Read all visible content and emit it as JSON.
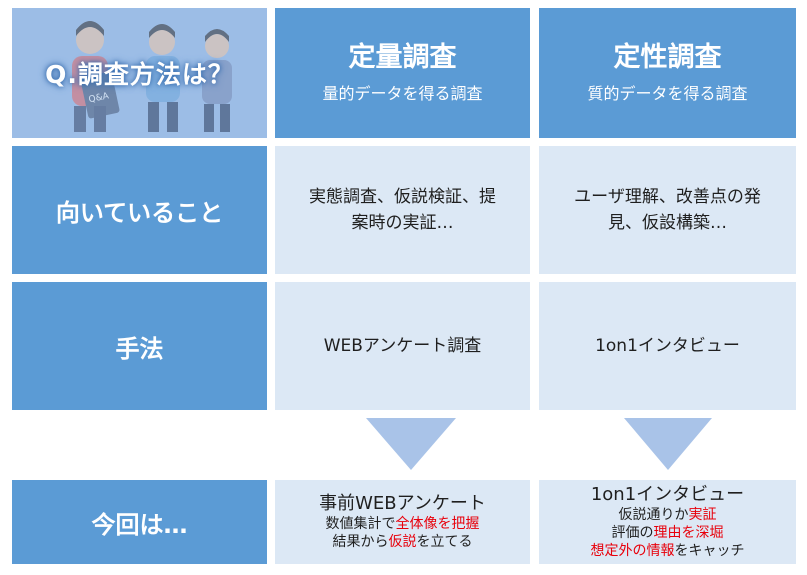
{
  "corner": {
    "question": "Q.調査方法は？",
    "badge": "Q&A"
  },
  "headers": [
    {
      "title": "定量調査",
      "subtitle": "量的データを得る調査"
    },
    {
      "title": "定性調査",
      "subtitle": "質的データを得る調査"
    }
  ],
  "rows": [
    {
      "label": "向いていること",
      "cells": [
        [
          "実態調査、仮説検証、提",
          "案時の実証…"
        ],
        [
          "ユーザ理解、改善点の発",
          "見、仮設構築…"
        ]
      ]
    },
    {
      "label": "手法",
      "cells": [
        [
          "WEBアンケート調査"
        ],
        [
          "1on1インタビュー"
        ]
      ]
    }
  ],
  "result": {
    "label": "今回は…",
    "col1": {
      "title": "事前WEBアンケート",
      "line1": {
        "a": "数値集計で",
        "b": "全体像を把握"
      },
      "line2": {
        "a": "結果から",
        "b": "仮説",
        "c": "を立てる"
      }
    },
    "col2": {
      "title": "1on1インタビュー",
      "line1": {
        "a": "仮説通りか",
        "b": "実証"
      },
      "line2": {
        "a": "評価の",
        "b": "理由を深堀"
      },
      "line3": {
        "a": "想定外の情報",
        "b": "をキャッチ"
      }
    }
  },
  "colors": {
    "dark": "#5b9bd5",
    "light": "#dce8f5",
    "accent": "#e8000b",
    "arrow": "#a9c3e8"
  }
}
